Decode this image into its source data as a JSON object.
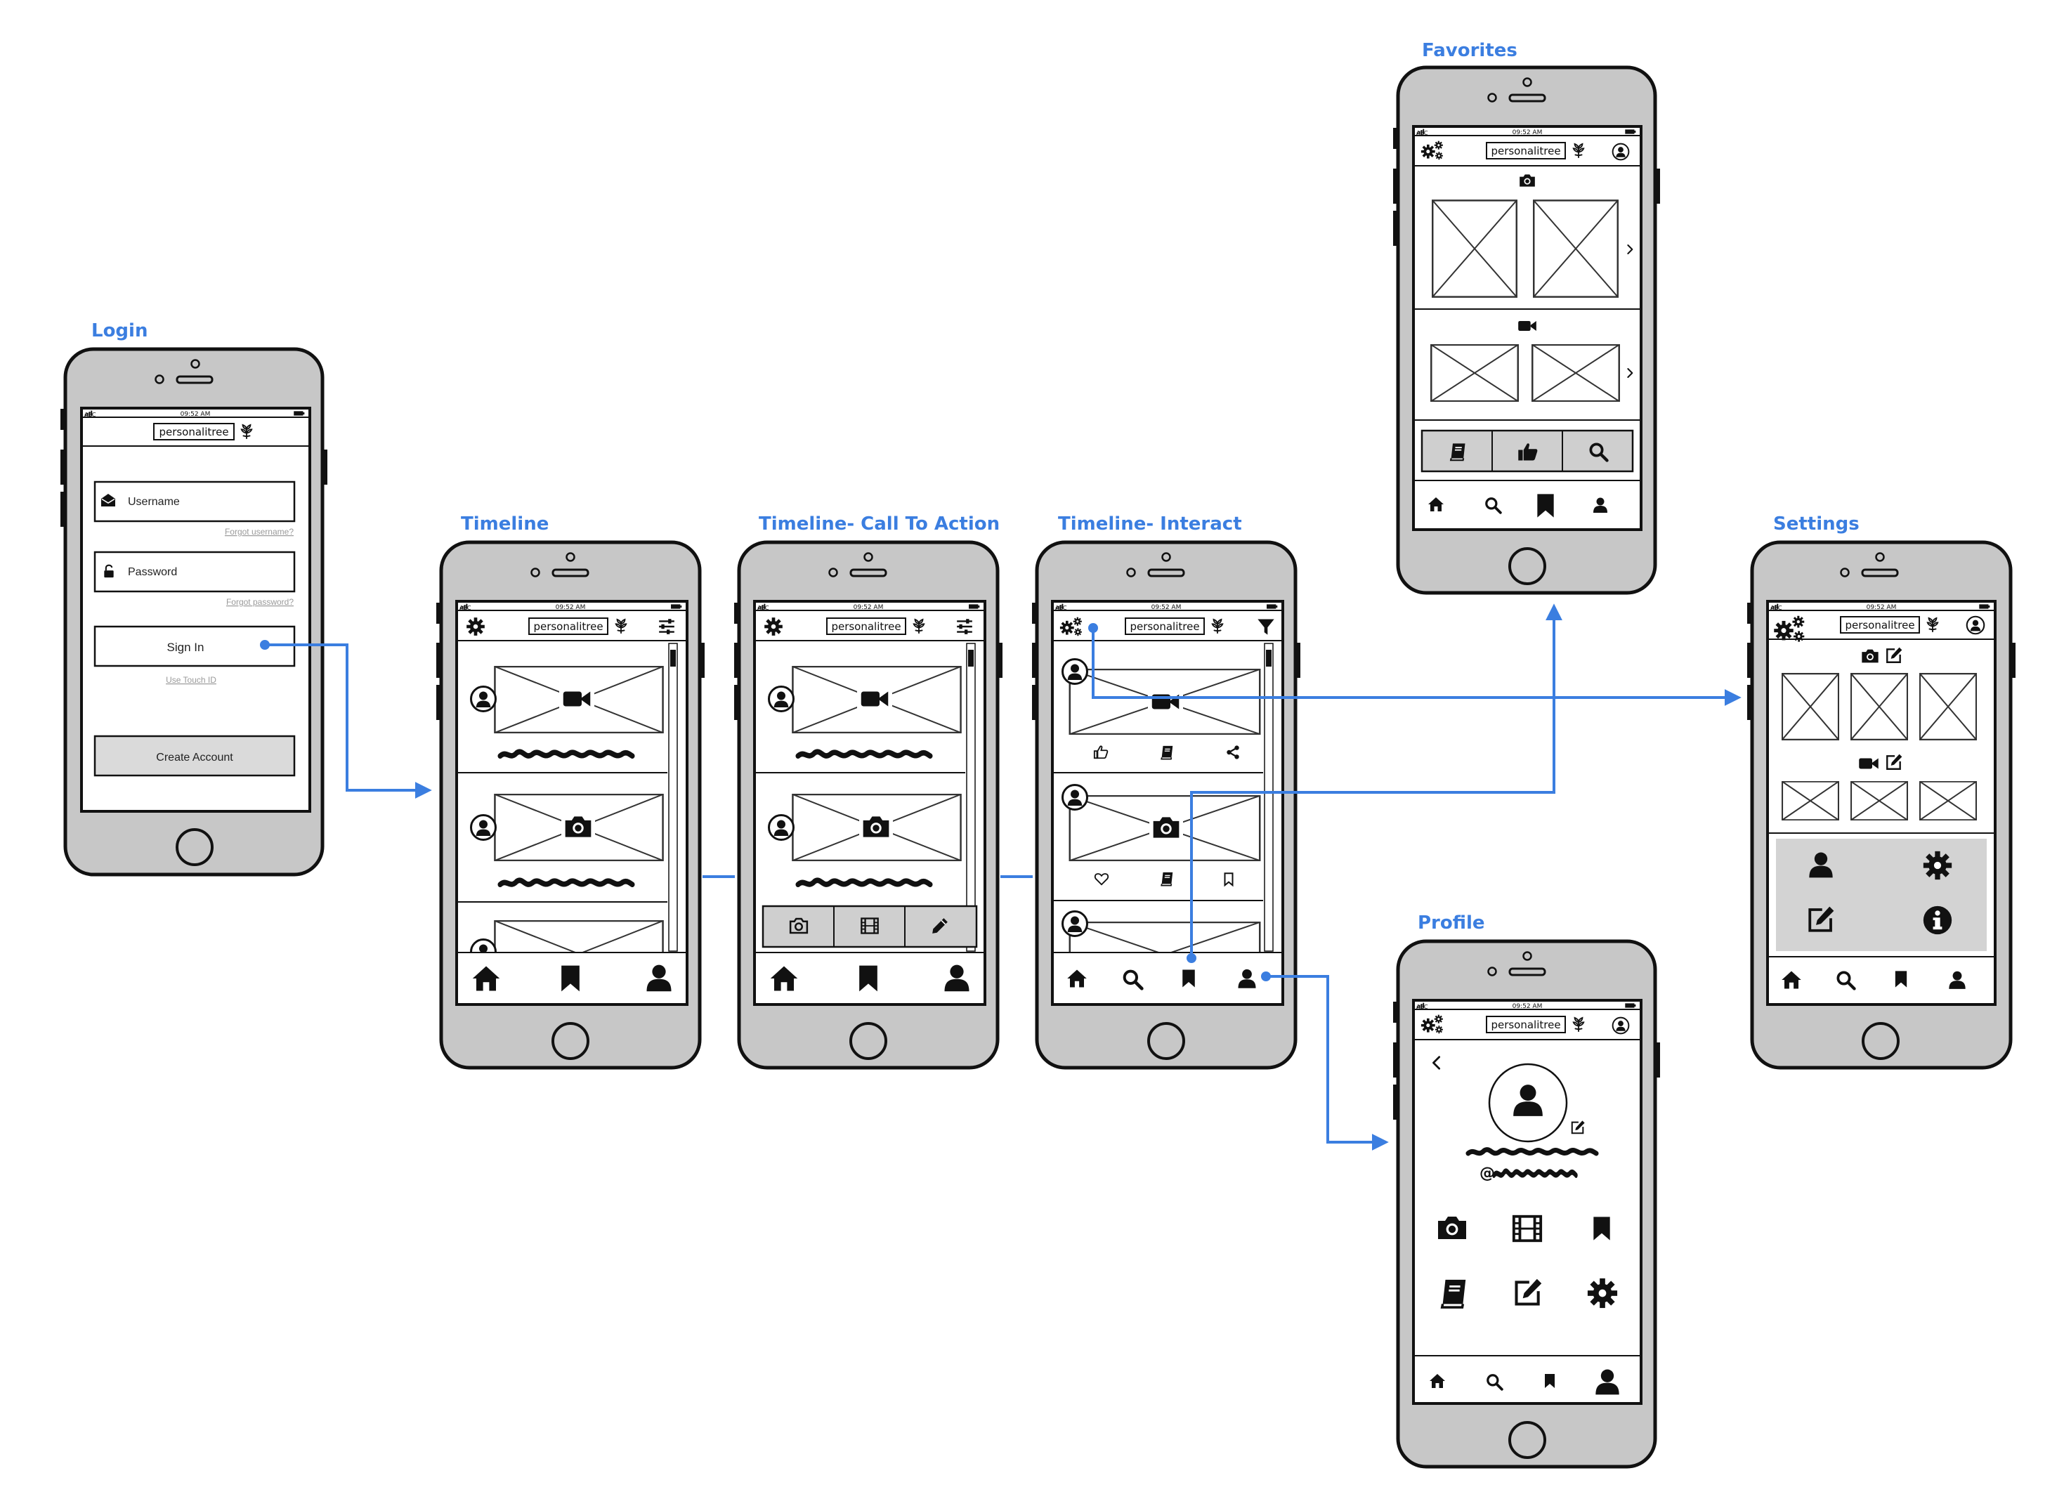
{
  "brand": "personalitree",
  "status_bar": {
    "carrier": "ABC",
    "time": "09:52 AM"
  },
  "screens": {
    "login": {
      "title": "Login",
      "username_placeholder": "Username",
      "forgot_username": "Forgot username?",
      "password_placeholder": "Password",
      "forgot_password": "Forgot password?",
      "sign_in": "Sign In",
      "touch_id": "Use Touch ID",
      "create_account": "Create Account"
    },
    "timeline": {
      "title": "Timeline"
    },
    "timeline_cta": {
      "title": "Timeline- Call To Action"
    },
    "timeline_interact": {
      "title": "Timeline- Interact"
    },
    "favorites": {
      "title": "Favorites"
    },
    "profile": {
      "title": "Profile",
      "handle_prefix": "@"
    },
    "settings": {
      "title": "Settings"
    }
  },
  "icons": [
    "gear-icon",
    "sliders-icon",
    "filter-icon",
    "avatar-icon",
    "video-camera-icon",
    "camera-icon",
    "film-icon",
    "pencil-icon",
    "edit-icon",
    "home-icon",
    "bookmark-icon",
    "search-icon",
    "user-icon",
    "thumbs-up-icon",
    "book-icon",
    "share-icon",
    "heart-icon",
    "info-icon",
    "chevron-right-icon",
    "chevron-left-icon",
    "envelope-icon",
    "lock-icon",
    "leaf-icon"
  ],
  "colors": {
    "flow": "#3b7ee0",
    "device": "#c7c7c7",
    "ink": "#111111"
  }
}
